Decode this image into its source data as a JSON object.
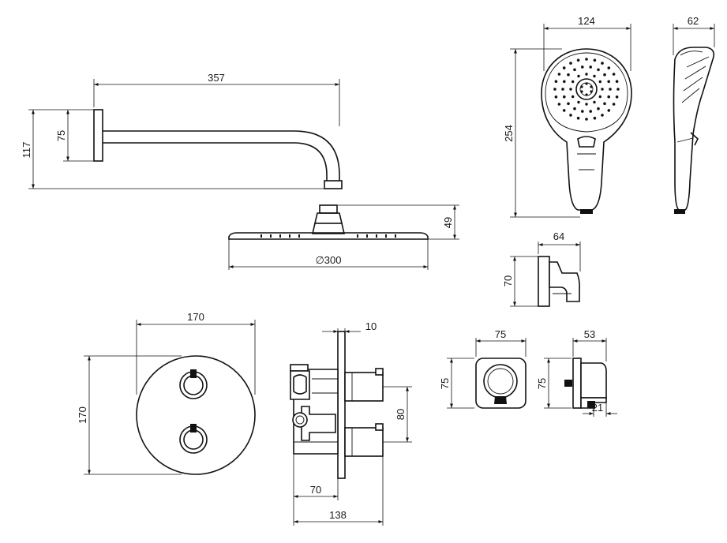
{
  "dimensions": {
    "arm_length": "357",
    "arm_flange_height": "117",
    "arm_flange_inner": "75",
    "head_diameter": "∅300",
    "head_height": "49",
    "hand_width": "124",
    "hand_length": "254",
    "hand_depth": "62",
    "holder_width": "64",
    "holder_height": "70",
    "plate_width": "170",
    "plate_height": "170",
    "valve_plate_thickness": "10",
    "valve_handle_spacing": "80",
    "valve_body_depth": "70",
    "valve_total_depth": "138",
    "outlet_front_width": "75",
    "outlet_front_height": "75",
    "outlet_side_depth": "53",
    "outlet_side_height": "75",
    "outlet_nozzle": "21"
  },
  "colors": {
    "line": "#111111",
    "background": "#ffffff"
  }
}
